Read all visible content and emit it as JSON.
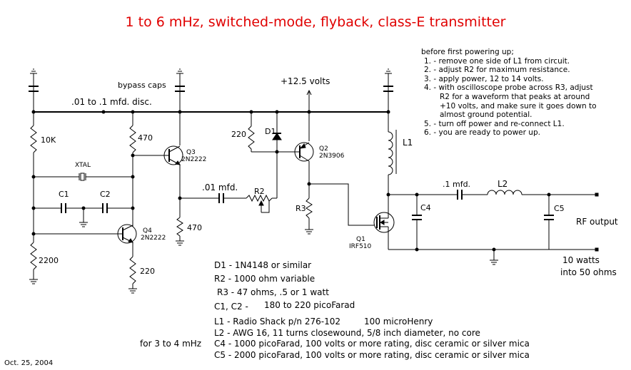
{
  "title": "1 to 6 mHz, switched-mode, flyback, class-E transmitter",
  "instructions": {
    "heading": "before first powering up;",
    "steps": [
      "1. - remove one side of L1 from circuit.",
      "2. - adjust R2 for maximum resistance.",
      "3. - apply power, 12 to 14 volts.",
      "4. - with oscilloscope probe across R3, adjust",
      "R2 for a waveform that peaks at around",
      "+10 volts, and make sure it goes down to",
      "almost ground potential.",
      "5. - turn off power and re-connect L1.",
      "6. - you are ready to power up."
    ]
  },
  "labels": {
    "bypass_caps": "bypass caps",
    "disc_caps": ".01 to .1 mfd. disc.",
    "supply": "+12.5 volts",
    "r_10k": "10K",
    "r_470_top": "470",
    "r_220_left": "220",
    "d1": "D1",
    "q2": "Q2",
    "q2_part": "2N3906",
    "q3": "Q3",
    "q3_part": "2N2222",
    "xtal": "XTAL",
    "c1": "C1",
    "c2": "C2",
    "coupling_cap": ".01 mfd.",
    "r2": "R2",
    "r3": "R3",
    "r_470_bottom": "470",
    "q4": "Q4",
    "q4_part": "2N2222",
    "r_2200": "2200",
    "r_220_bottom": "220",
    "l1": "L1",
    "c4": "C4",
    "q1": "Q1",
    "q1_part": "IRF510",
    "output_cap": ".1 mfd.",
    "l2": "L2",
    "c5": "C5",
    "rf_output": "RF output",
    "power_1": "10 watts",
    "power_2": "into 50 ohms"
  },
  "parts_list": {
    "d1": "D1 - 1N4148 or similar",
    "r2": "R2 - 1000 ohm variable",
    "r3": "R3 - 47 ohms, .5 or 1 watt",
    "c1c2_name": "C1, C2 -",
    "c1c2_value": "180 to 220 picoFarad",
    "l1": "L1 - Radio Shack p/n 276-102",
    "l1_value": "100 microHenry",
    "l2": "L2 - AWG 16, 11 turns closewound, 5/8 inch diameter, no core",
    "c4": "C4 - 1000 picoFarad, 100 volts or more rating, disc ceramic or silver mica",
    "c5": "C5 - 2000 picoFarad, 100 volts or more rating, disc ceramic or silver mica",
    "band_note": "for 3 to 4 mHz"
  },
  "date": "Oct. 25, 2004",
  "colors": {
    "title": "#e00000",
    "ink": "#000000",
    "background": "#ffffff"
  }
}
